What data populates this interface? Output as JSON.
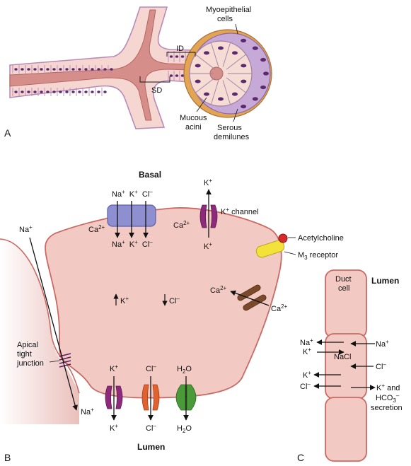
{
  "panel_a": {
    "letter": "A",
    "myoepithelial": [
      "Myoepithelial",
      "cells"
    ],
    "intercalated_duct": "ID",
    "striated_duct": "SD",
    "mucous_acini": [
      "Mucous",
      "acini"
    ],
    "serous_demilunes": [
      "Serous",
      "demilunes"
    ]
  },
  "panel_b": {
    "letter": "B",
    "basal_title": "Basal",
    "lumen_title": "Lumen",
    "cotransporter_top": [
      "Na",
      "K",
      "Cl"
    ],
    "cotransporter_bottom": [
      "Na",
      "K",
      "Cl"
    ],
    "ca_left": "Ca",
    "ca_right": "Ca",
    "k_top": "K",
    "k_channel": "K",
    "k_channel_suffix": " channel",
    "k_below_channel": "K",
    "na_paracellular_top": "Na",
    "na_paracellular_bottom": "Na",
    "acetylcholine": "Acetylcholine",
    "m3_receptor_m": "M",
    "m3_receptor_sub": "3",
    "m3_receptor_rest": " receptor",
    "k_cytosol": "K",
    "cl_cytosol": "Cl",
    "ca_channel_in": "Ca",
    "ca_channel_out": "Ca",
    "tight_junction": [
      "Apical",
      "tight",
      "junction"
    ],
    "apical_k_top": "K",
    "apical_k_bottom": "K",
    "apical_cl_top": "Cl",
    "apical_cl_bottom": "Cl",
    "apical_h2o_top_h": "H",
    "apical_h2o_top_sub": "2",
    "apical_h2o_top_o": "O",
    "apical_h2o_bottom_h": "H",
    "apical_h2o_bottom_sub": "2",
    "apical_h2o_bottom_o": "O",
    "superscripts": {
      "plus": "+",
      "minus": "–",
      "two_plus": "2+"
    }
  },
  "panel_c": {
    "letter": "C",
    "duct_cell": [
      "Duct",
      "cell"
    ],
    "lumen": "Lumen",
    "na_left": "Na",
    "k_left": "K",
    "nacl": "NaCl",
    "na_right": "Na",
    "cl_right": "Cl",
    "k_out": "K",
    "cl_out": "Cl",
    "k_and": "K",
    "k_and_suffix": " and",
    "hco3": "HCO",
    "hco3_sub": "3",
    "secretion": "secretion"
  },
  "colors": {
    "cell_fill": "#f3c9c3",
    "cell_stroke": "#c96a64",
    "duct_lumen": "#d58e89",
    "nucleus": "#5b2a6e",
    "cotransporter": "#8d8fd1",
    "k_channel": "#8e2a7c",
    "ca_channel": "#7a4a2a",
    "cl_channel": "#e0622f",
    "water_channel": "#4a9a3a",
    "acetylcholine": "#d42a2a",
    "receptor": "#f3e23a",
    "serous_cell": "#c7a9d8",
    "myoepithelial": "#e3a552"
  }
}
